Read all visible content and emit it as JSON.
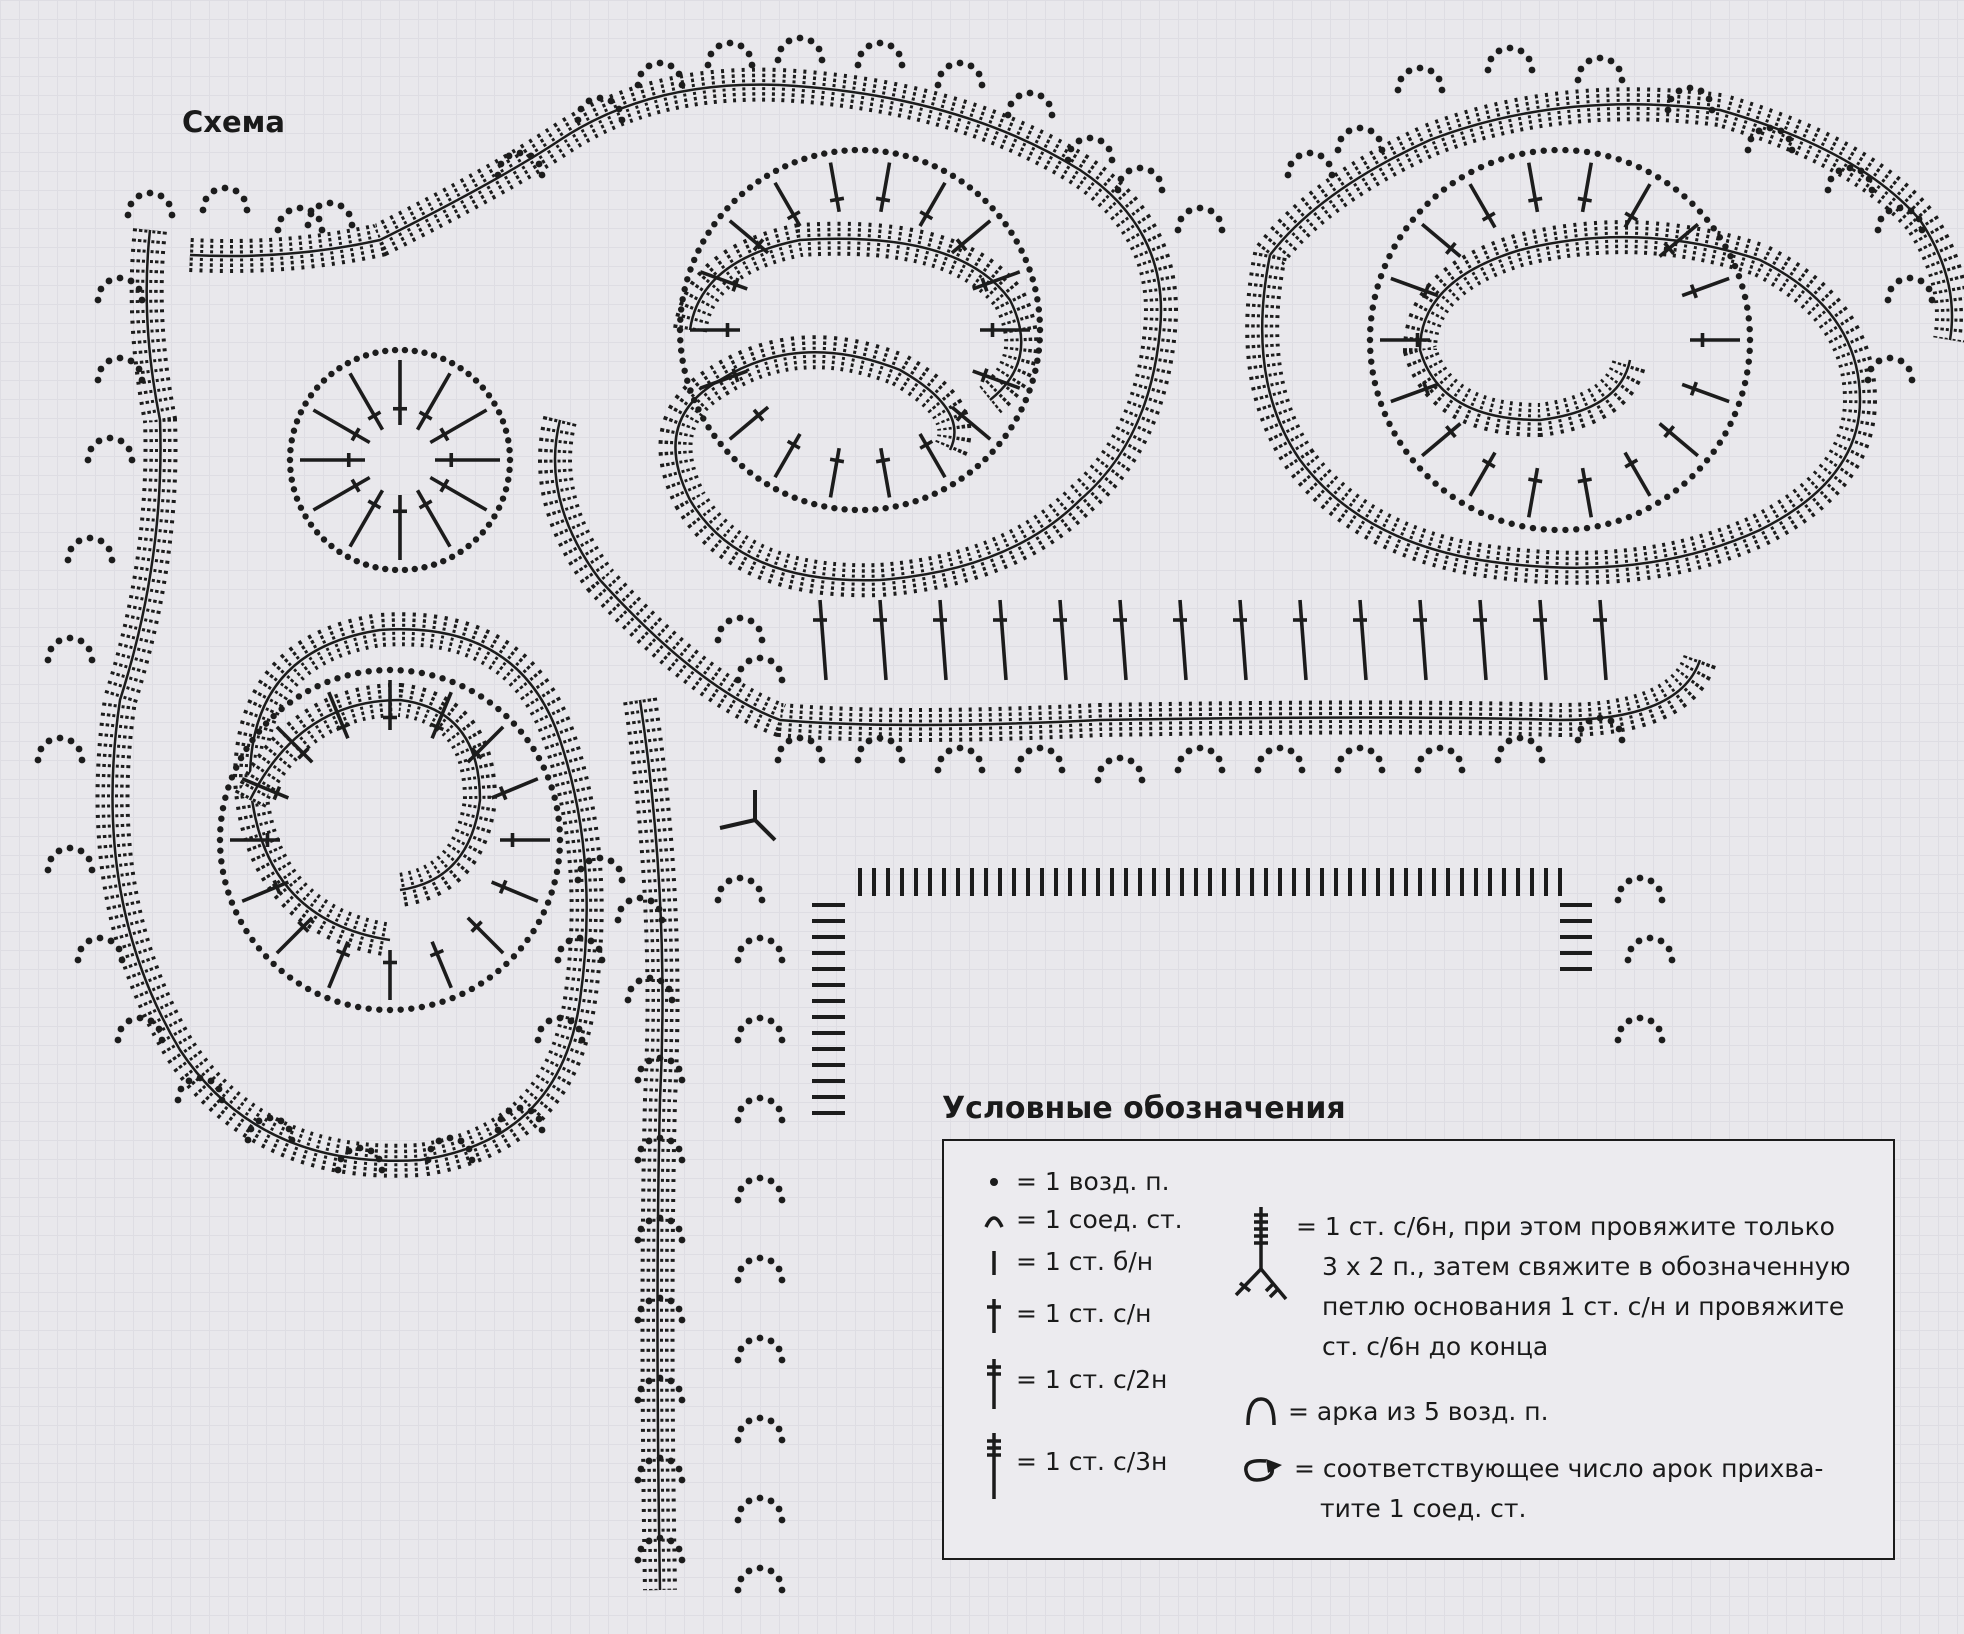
{
  "diagram": {
    "title": "Схема",
    "legend": {
      "title": "Условные обозначения",
      "items": [
        {
          "symbol": "chain-icon",
          "text": "= 1 возд. п."
        },
        {
          "symbol": "slip-stitch-icon",
          "text": "= 1 соед. ст."
        },
        {
          "symbol": "single-crochet-icon",
          "text": "= 1 ст. б/н"
        },
        {
          "symbol": "double-crochet-icon",
          "text": "= 1 ст. с/н"
        },
        {
          "symbol": "treble-crochet-icon",
          "text": "= 1 ст. с/2н"
        },
        {
          "symbol": "triple-treble-icon",
          "text": "= 1 ст. с/3н"
        }
      ],
      "special": {
        "symbol": "branched-stitch-icon",
        "lines": [
          "= 1 ст. с/6н, при этом провяжите только",
          "3 х 2 п., затем свяжите в обозначенную",
          "петлю основания 1 ст. с/н и провяжите",
          "ст. с/6н до конца"
        ]
      },
      "arch": {
        "symbol": "arch-icon",
        "text": "= арка из 5 возд. п."
      },
      "join": {
        "symbol": "join-arrow-icon",
        "lines": [
          "= соответствующее число арок прихва-",
          "тите 1 соед. ст."
        ]
      }
    }
  }
}
